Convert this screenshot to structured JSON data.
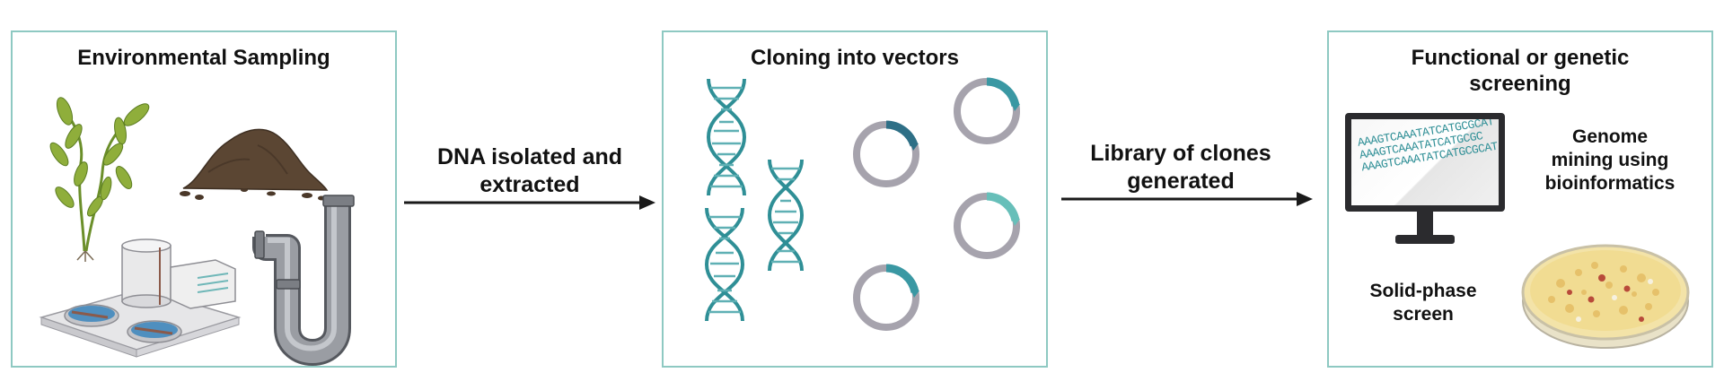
{
  "panels": {
    "environmental": {
      "title": "Environmental Sampling"
    },
    "cloning": {
      "title": "Cloning into vectors"
    },
    "screening": {
      "title_line1": "Functional or genetic",
      "title_line2": "screening",
      "genome_line1": "Genome",
      "genome_line2": "mining using",
      "genome_line3": "bioinformatics",
      "solid_line1": "Solid-phase",
      "solid_line2": "screen",
      "monitor_text": [
        "AAAGTCAAATATCATGCGCAT",
        "AAAGTCAAATATCATGCGC",
        "AAAGTCAAATATCATGCGCAT"
      ]
    }
  },
  "arrows": {
    "dna": {
      "line1": "DNA isolated and",
      "line2": "extracted"
    },
    "library": {
      "line1": "Library of clones",
      "line2": "generated"
    }
  },
  "colors": {
    "panel_border": "#8ec9c2",
    "dna_teal": "#2f8f96",
    "ring_gray": "#a6a3ad",
    "arrow": "#1a1a1a"
  }
}
